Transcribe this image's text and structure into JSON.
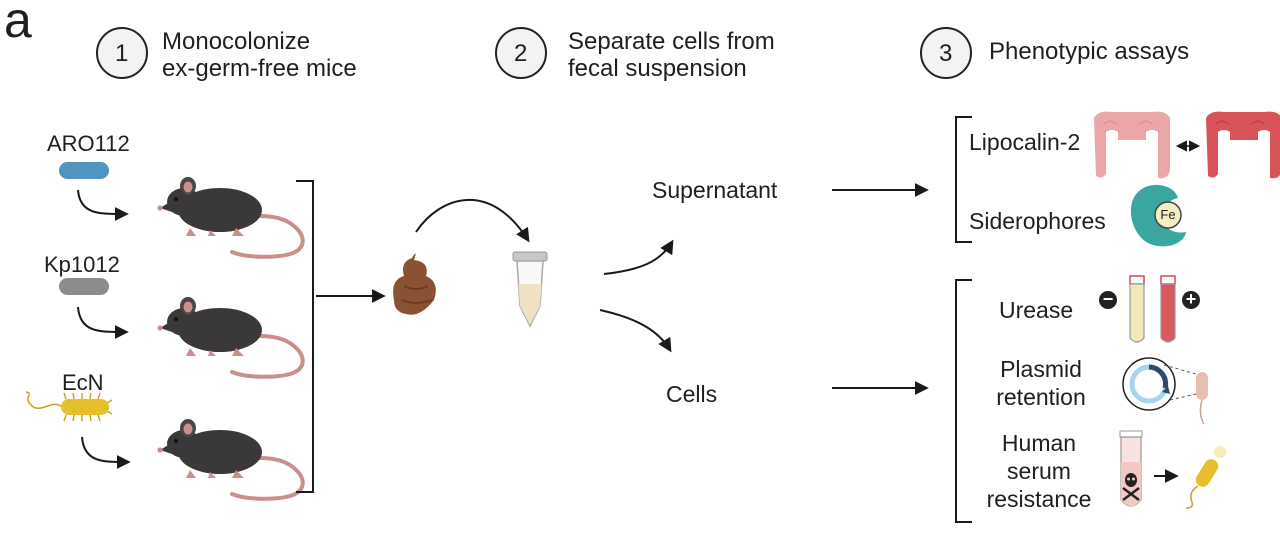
{
  "panel_label": "a",
  "steps": [
    {
      "number": "1",
      "title": [
        "Monocolonize",
        "ex-germ-free mice"
      ]
    },
    {
      "number": "2",
      "title": [
        "Separate cells from",
        "fecal suspension"
      ]
    },
    {
      "number": "3",
      "title": [
        "Phenotypic assays"
      ]
    }
  ],
  "strains": [
    "ARO112",
    "Kp1012",
    "EcN"
  ],
  "fractions": {
    "supernatant": "Supernatant",
    "cells": "Cells"
  },
  "assays": {
    "lipocalin": "Lipocalin-2",
    "siderophores": "Siderophores",
    "iron_symbol": "Fe",
    "urease": "Urease",
    "urease_neg": "−",
    "urease_pos": "+",
    "plasmid": [
      "Plasmid",
      "retention"
    ],
    "serum": [
      "Human",
      "serum",
      "resistance"
    ]
  },
  "colors": {
    "aro112": "#4f95bf",
    "kp1012": "#8c8c8c",
    "ecn": "#e6c02c",
    "mouse": "#3a3838",
    "mouse_pink": "#c98f8b",
    "feces": "#8a5232",
    "siderophore": "#3aa6a0",
    "intestine_light": "#eaa6a9",
    "intestine_dark": "#d9535a"
  }
}
